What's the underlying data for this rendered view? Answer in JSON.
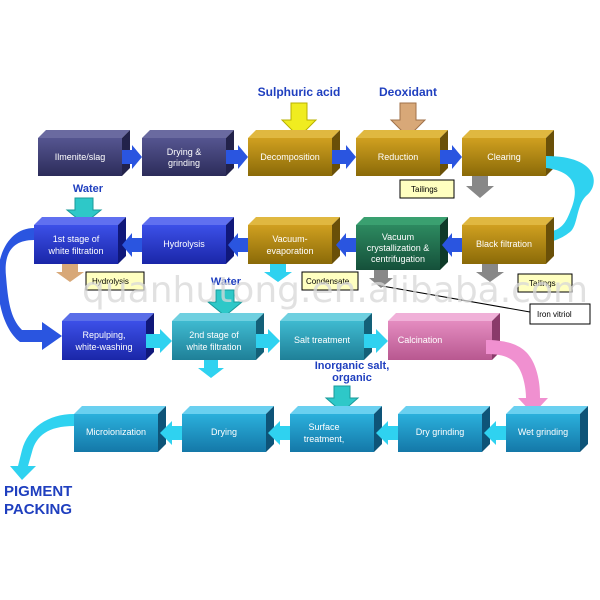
{
  "inputs": {
    "sulphuric_acid": "Sulphuric acid",
    "deoxidant": "Deoxidant",
    "water1": "Water",
    "water2": "Water",
    "inorganic_salt_line1": "Inorganic salt,",
    "inorganic_salt_line2": "organic"
  },
  "row1": {
    "ilmenite": "Ilmenite/slag",
    "drying_grinding_1": "Drying &",
    "drying_grinding_2": "grinding",
    "decomposition": "Decomposition",
    "reduction": "Reduction",
    "clearing": "Clearing"
  },
  "row2": {
    "white_filtration_1": "1st stage of",
    "white_filtration_2": "white filtration",
    "hydrolysis": "Hydrolysis",
    "vacuum_evap_1": "Vacuum-",
    "vacuum_evap_2": "evaporation",
    "vacuum_cryst_1": "Vacuum",
    "vacuum_cryst_2": "crystallization &",
    "vacuum_cryst_3": "centrifugation",
    "black_filtration": "Black filtration"
  },
  "row3": {
    "repulping_1": "Repulping,",
    "repulping_2": "white-washing",
    "second_filtration_1": "2nd stage of",
    "second_filtration_2": "white filtration",
    "salt_treatment": "Salt treatment",
    "calcination": "Calcination"
  },
  "row4": {
    "microionization": "Microionization",
    "drying": "Drying",
    "surface_treatment_1": "Surface",
    "surface_treatment_2": "treatment,",
    "dry_grinding": "Dry grinding",
    "wet_grinding": "Wet grinding"
  },
  "notes": {
    "tailings1": "Tailings",
    "tailings2": "Tailings",
    "hydrolysis_note": "Hydrolysis",
    "condensate": "Condensate",
    "iron_vitriol": "Iron vitriol"
  },
  "output": {
    "line1": "PIGMENT",
    "line2": "PACKING"
  },
  "watermark": "quanhutong.en.alibaba.com",
  "colors": {
    "row1_dark": "#3a3a6e",
    "row1_gold": "#b8860b",
    "row2_blue": "#2233cc",
    "row2_green": "#1e6b4a",
    "row3_blue": "#2a3fc0",
    "row3_teal": "#2a9fb5",
    "calcination": "#d070a8",
    "row4": "#1f9cc8",
    "arrow_cyan": "#2fd2f0",
    "arrow_blue": "#2a55e0",
    "arrow_pink": "#f090d0",
    "label_blue": "#1f3fbf"
  }
}
